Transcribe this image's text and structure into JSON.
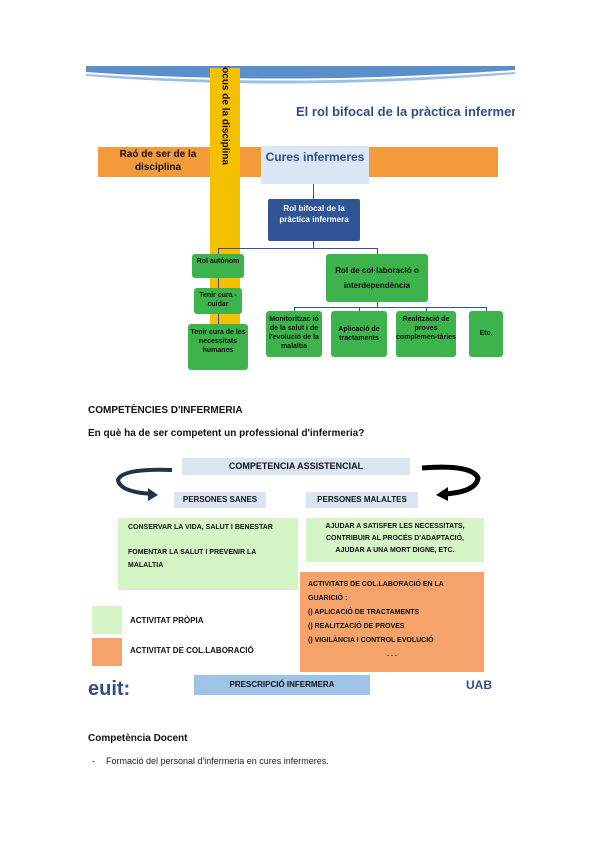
{
  "slide1": {
    "title": "El rol bifocal de la pràctica infermer",
    "focus_label": "Focus de la disciplina",
    "rao_label": "Raó de ser de la disciplina",
    "cures_label": "Cures infermeres",
    "rol_bifocal": "Rol bifocal de la pràctica infermera",
    "rol_autonom": "Rol autònom",
    "rol_collab": "Rol de col·laboració o interdependència",
    "tenir_cura_cuidar": "Tenir cura - cuidar",
    "tenir_cura_necessitats": "Tenir cura de les necessitats humanes",
    "sub_items": [
      "Monitoritzac ió de la salut i de l'evolució de la malaltia",
      "Aplicació de tractaments",
      "Realització de proves complemen-tàries",
      "Etc."
    ],
    "colors": {
      "orange": "#f39b3b",
      "yellow": "#f5c000",
      "blue": "#2f5597",
      "green": "#3cb44b"
    }
  },
  "section_title": "COMPETÈNCIES D'INFERMERIA",
  "question": "En què ha de ser competent un professional d'infermeria?",
  "slide2": {
    "competencia": "COMPETENCIA ASSISTENCIAL",
    "persones_sanes": "PERSONES SANES",
    "persones_malaltes": "PERSONES MALALTES",
    "left_box": [
      "CONSERVAR LA VIDA, SALUT I BENESTAR",
      "FOMENTAR LA SALUT I PREVENIR LA MALALTIA"
    ],
    "right_box": "AJUDAR A SATISFER LES NECESSITATS, CONTRIBUIR AL PROCÉS D'ADAPTACIÓ, AJUDAR A UNA MORT DIGNE, ETC.",
    "orange_box": {
      "title": "ACTIVITATS DE COL.LABORACIÓ EN LA GUARICIÓ :",
      "items": [
        "APLICACIÓ DE TRACTAMENTS",
        "REALITZACIÓ DE PROVES",
        "VIGILÀNCIA I CONTROL EVOLUCIÓ"
      ],
      "ellipsis": ". . ."
    },
    "legend_propia": "ACTIVITAT PRÒPIA",
    "legend_collab": "ACTIVITAT DE COL.LABORACIÓ",
    "prescripcio": "PRESCRIPCIÓ INFERMERA",
    "logo_left": "euit:",
    "logo_right": "UAB",
    "colors": {
      "light_green": "#d6f5c7",
      "orange": "#f5a36a",
      "light_blue": "#dbe5f3",
      "blue": "#9dc3e6"
    }
  },
  "docent_title": "Competència Docent",
  "docent_bullet": "-",
  "docent_item": "Formació del personal d'infermeria en cures infermeres."
}
